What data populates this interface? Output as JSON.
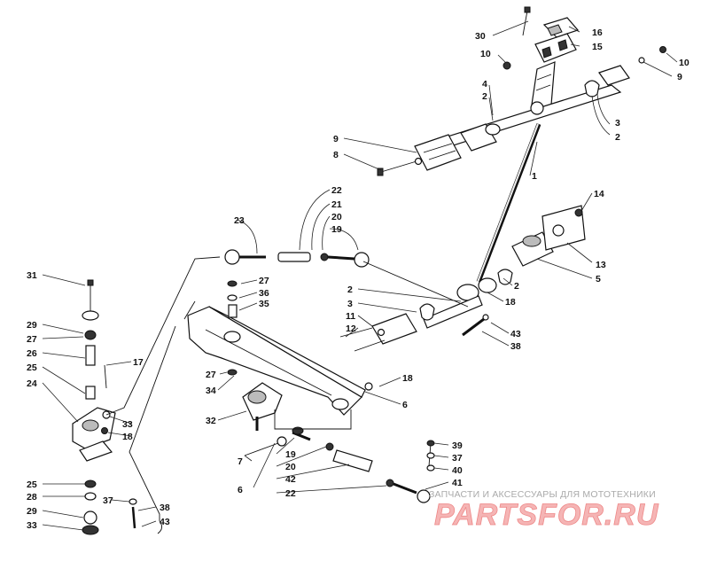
{
  "callouts": {
    "c1": "1",
    "c2a": "2",
    "c2b": "2",
    "c2c": "2",
    "c2d": "2",
    "c3a": "3",
    "c3b": "3",
    "c4": "4",
    "c5": "5",
    "c6a": "6",
    "c6b": "6",
    "c7": "7",
    "c8": "8",
    "c9a": "9",
    "c9b": "9",
    "c10a": "10",
    "c10b": "10",
    "c11": "11",
    "c12": "12",
    "c13": "13",
    "c14": "14",
    "c15": "15",
    "c16": "16",
    "c17": "17",
    "c18a": "18",
    "c18b": "18",
    "c18c": "18",
    "c19a": "19",
    "c19b": "19",
    "c20a": "20",
    "c20b": "20",
    "c21": "21",
    "c22a": "22",
    "c22b": "22",
    "c23": "23",
    "c24": "24",
    "c25a": "25",
    "c25b": "25",
    "c26": "26",
    "c27a": "27",
    "c27b": "27",
    "c27c": "27",
    "c28": "28",
    "c29a": "29",
    "c29b": "29",
    "c30": "30",
    "c31": "31",
    "c32": "32",
    "c33a": "33",
    "c33b": "33",
    "c34": "34",
    "c35": "35",
    "c36": "36",
    "c37a": "37",
    "c37b": "37",
    "c38a": "38",
    "c38b": "38",
    "c39": "39",
    "c40": "40",
    "c41": "41",
    "c42": "42",
    "c43a": "43",
    "c43b": "43"
  },
  "watermark": {
    "caption": "ЗАПЧАСТИ И АКСЕССУАРЫ ДЛЯ МОТОТЕХНИКИ",
    "logo": "PARTSFOR.RU"
  }
}
